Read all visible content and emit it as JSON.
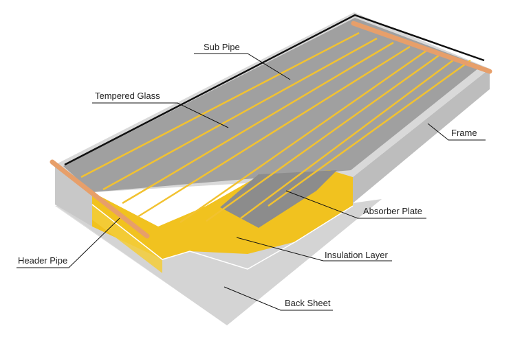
{
  "diagram": {
    "labels": {
      "sub_pipe": "Sub Pipe",
      "tempered_glass": "Tempered Glass",
      "frame": "Frame",
      "absorber_plate": "Absorber Plate",
      "header_pipe": "Header Pipe",
      "insulation_layer": "Insulation Layer",
      "back_sheet": "Back Sheet"
    },
    "colors": {
      "glass": "#9c9c9c",
      "frame": "#cfcfcf",
      "frame_dark": "#8c8c8c",
      "insulation": "#f0c020",
      "copper": "#e8a070",
      "back_sheet": "#d9d9d9",
      "tube": "#f2c230"
    }
  }
}
